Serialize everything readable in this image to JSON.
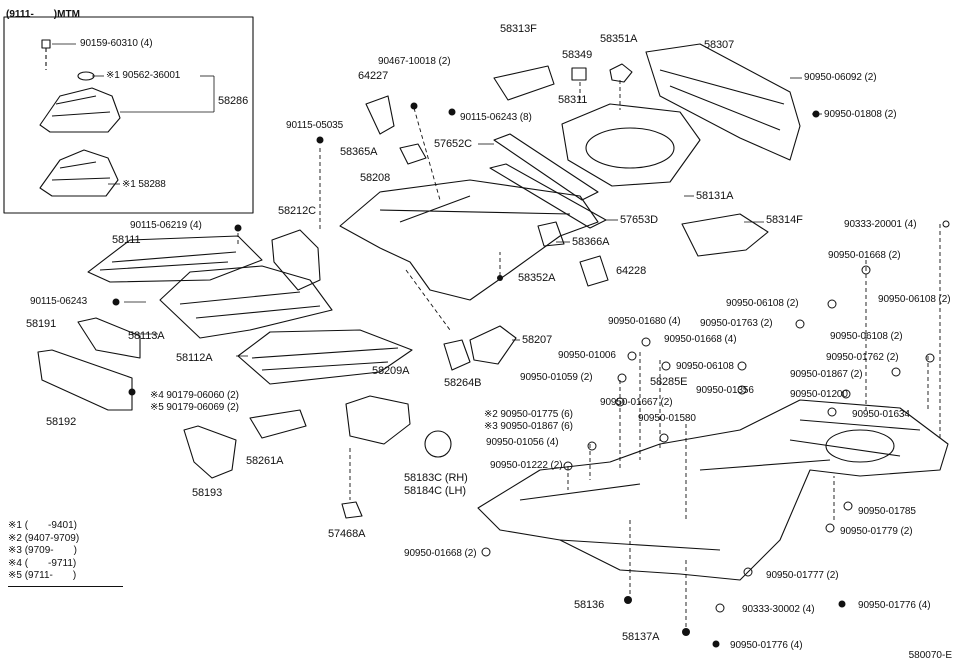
{
  "header": "(9111-　　)MTM",
  "diagram_code": "580070-E",
  "callouts": [
    "90159-60310 (4)",
    "※1 90562-36001",
    "58286",
    "※1 58288",
    "90115-06219 (4)",
    "58111",
    "90115-06243",
    "58191",
    "58192",
    "58113A",
    "※4 90179-06060 (2)",
    "※5 90179-06069 (2)",
    "58112A",
    "58261A",
    "58193",
    "58212C",
    "90115-05035",
    "64227",
    "90467-10018 (2)",
    "58365A",
    "58208",
    "58313F",
    "58349",
    "58351A",
    "58307",
    "90950-06092 (2)",
    "58311",
    "90115-06243 (8)",
    "90950-01808 (2)",
    "57652C",
    "58131A",
    "57653D",
    "58314F",
    "58366A",
    "58352A",
    "64228",
    "58207",
    "58264B",
    "58209A",
    "57468A",
    "58183C (RH)",
    "58184C (LH)",
    "90333-20001 (4)",
    "90950-01668 (2)",
    "90950-06108 (2)",
    "90950-06108 (2)",
    "90950-01680 (4)",
    "90950-01763 (2)",
    "90950-01668 (4)",
    "90950-06108 (2)",
    "90950-01006",
    "90950-06108",
    "90950-01762 (2)",
    "90950-01059 (2)",
    "58285E",
    "90950-01356",
    "90950-01867 (2)",
    "90950-01200",
    "90950-01667 (2)",
    "90950-01634",
    "※2 90950-01775 (6)",
    "※3 90950-01867 (6)",
    "90950-01580",
    "90950-01056 (4)",
    "90950-01222 (2)",
    "90950-01785",
    "90950-01779 (2)",
    "90950-01668 (2)",
    "90950-01777 (2)",
    "58136",
    "90333-30002 (4)",
    "90950-01776 (4)",
    "58137A",
    "90950-01776 (4)"
  ],
  "notes": [
    "※1 (　　-9401)",
    "※2 (9407-9709)",
    "※3 (9709-　　)",
    "※4 (　　-9711)",
    "※5 (9711-　　)"
  ]
}
